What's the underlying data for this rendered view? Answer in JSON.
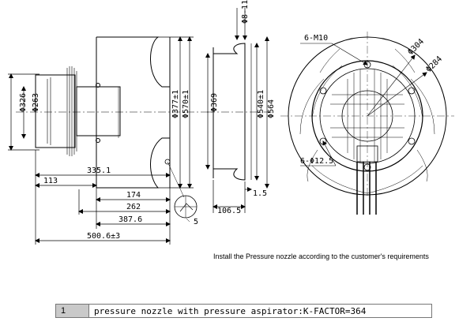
{
  "side_view": {
    "dims": {
      "d326": "Φ326",
      "d263": "Φ263",
      "d377": "Φ377±1",
      "d570": "Φ570±1",
      "len335": "335.1",
      "len113": "113",
      "len174": "174",
      "len262": "262",
      "len387": "387.6",
      "len500": "500.6±3",
      "len5": "5"
    }
  },
  "nozzle_view": {
    "dims": {
      "d8_11": "Φ8-11",
      "d369": "Φ369",
      "d540": "Φ540±1",
      "d564": "Φ564",
      "len1_5": "1.5",
      "len106": "106.5"
    }
  },
  "front_view": {
    "labels": {
      "screws": "6-M10",
      "d304": "Φ304",
      "d284": "Φ284",
      "holes": "6-Φ12.5"
    }
  },
  "note": "Install the Pressure nozzle according to the customer's requirements",
  "variant": {
    "index": "1",
    "description": "pressure nozzle with pressure aspirator:K-FACTOR=364"
  },
  "colors": {
    "line": "#000000",
    "table_index_bg": "#c9c9c9",
    "table_border": "#777777"
  }
}
